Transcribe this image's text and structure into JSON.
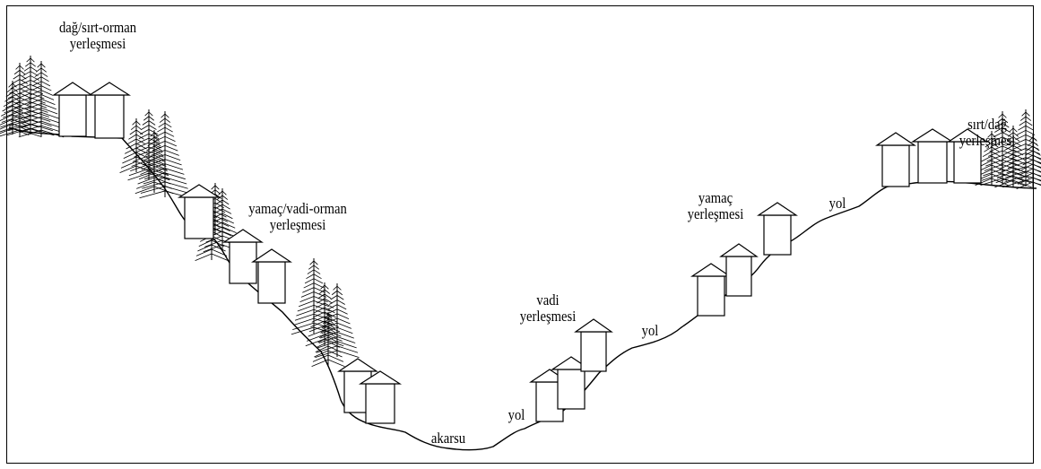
{
  "labels": {
    "mountain_forest": [
      "dağ/sırt-orman",
      "yerleşmesi"
    ],
    "slope_valley_forest": [
      "yamaç/vadi-orman",
      "yerleşmesi"
    ],
    "valley": [
      "vadi",
      "yerleşmesi"
    ],
    "slope": [
      "yamaç",
      "yerleşmesi"
    ],
    "ridge_mountain": [
      "sırt/dağ",
      "yerleşmesi"
    ],
    "stream": "akarsu",
    "road_1": "yol",
    "road_2": "yol",
    "road_3": "yol"
  },
  "colors": {
    "stroke": "#000000",
    "background": "#ffffff"
  }
}
